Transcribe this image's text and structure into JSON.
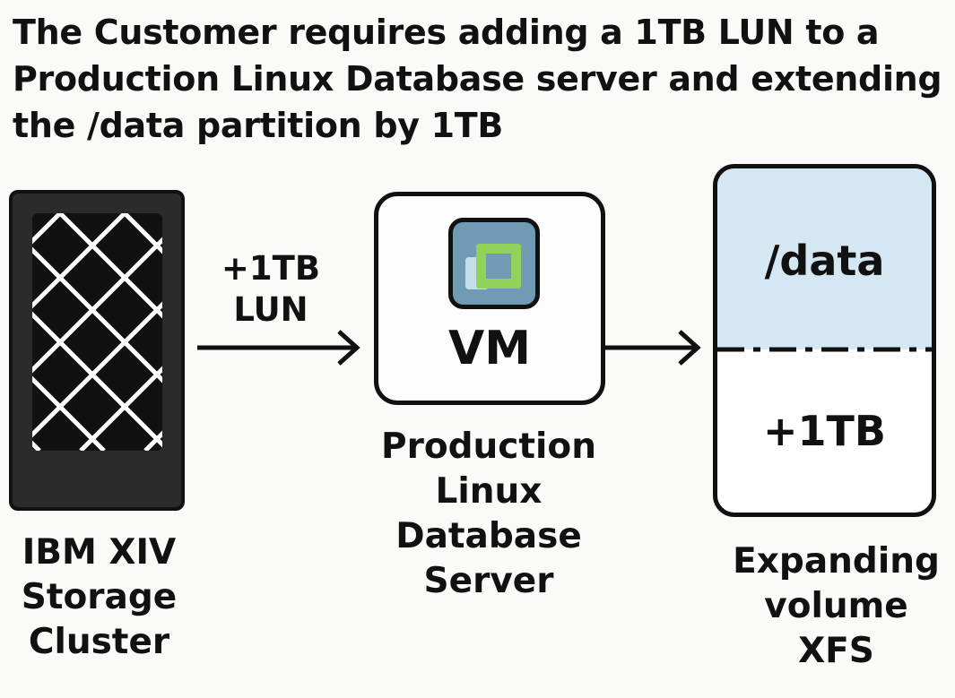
{
  "title": {
    "lines": [
      "The Customer requires adding a 1TB LUN to a",
      "Production Linux Database server and extending",
      "the /data partition by 1TB"
    ]
  },
  "storage": {
    "icon": "storage-array-icon",
    "label_lines": [
      "IBM XIV",
      "Storage",
      "Cluster"
    ]
  },
  "arrow1": {
    "label_lines": [
      "+1TB",
      "LUN"
    ]
  },
  "server": {
    "icon": "vmware-icon",
    "box_text": "VM",
    "label_lines": [
      "Production",
      "Linux",
      "Database",
      "Server"
    ]
  },
  "volume": {
    "top_text": "/data",
    "bottom_text": "+1TB",
    "label_lines": [
      "Expanding",
      "volume",
      "XFS"
    ],
    "colors": {
      "existing": "#d5e7f2",
      "new": "#ffffff"
    }
  }
}
